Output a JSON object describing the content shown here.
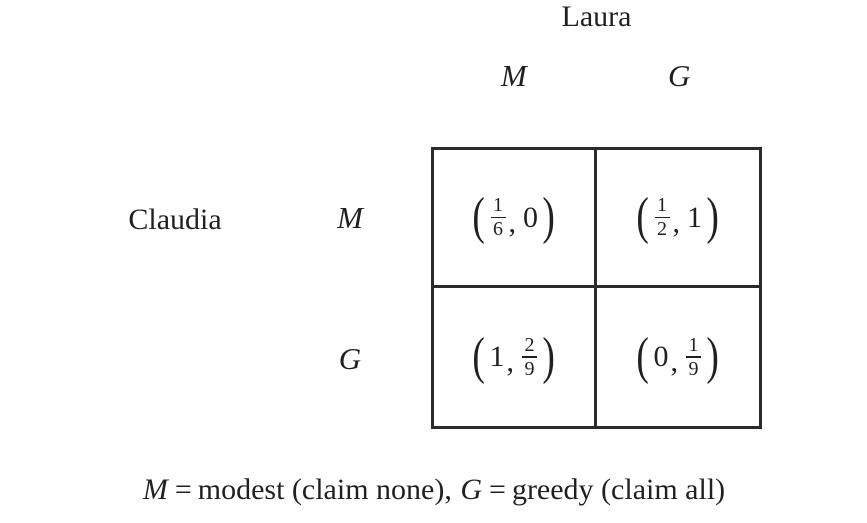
{
  "game": {
    "column_player": "Laura",
    "row_player": "Claudia",
    "column_strategies": [
      "M",
      "G"
    ],
    "row_strategies": [
      "M",
      "G"
    ],
    "cells": [
      {
        "row": "M",
        "col": "M",
        "row_payoff": {
          "type": "fraction",
          "numerator": "1",
          "denominator": "6",
          "text": "1/6"
        },
        "col_payoff": {
          "type": "integer",
          "value": "0",
          "text": "0"
        },
        "text": "(1/6, 0)"
      },
      {
        "row": "M",
        "col": "G",
        "row_payoff": {
          "type": "fraction",
          "numerator": "1",
          "denominator": "2",
          "text": "1/2"
        },
        "col_payoff": {
          "type": "integer",
          "value": "1",
          "text": "1"
        },
        "text": "(1/2, 1)"
      },
      {
        "row": "G",
        "col": "M",
        "row_payoff": {
          "type": "integer",
          "value": "1",
          "text": "1"
        },
        "col_payoff": {
          "type": "fraction",
          "numerator": "2",
          "denominator": "9",
          "text": "2/9"
        },
        "text": "(1, 2/9)"
      },
      {
        "row": "G",
        "col": "G",
        "row_payoff": {
          "type": "integer",
          "value": "0",
          "text": "0"
        },
        "col_payoff": {
          "type": "fraction",
          "numerator": "1",
          "denominator": "9",
          "text": "1/9"
        },
        "text": "(0, 1/9)"
      }
    ],
    "delimiters": {
      "open": "(",
      "close": ")",
      "separator": ","
    }
  },
  "legend": {
    "m_symbol": "M",
    "m_equals": "=",
    "m_meaning": "modest (claim none),",
    "g_symbol": "G",
    "g_equals": "=",
    "g_meaning": "greedy (claim all)"
  },
  "style": {
    "background": "#ffffff",
    "ink": "#231f20",
    "border": "#2b2b2b"
  }
}
